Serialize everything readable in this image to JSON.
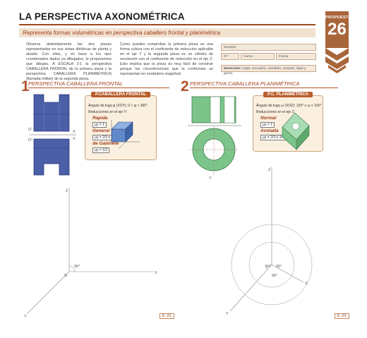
{
  "header": {
    "title": "LA PERSPECTIVA AXONOMÉTRICA",
    "subtitle": "Representa formas volumétricas en perspectiva caballero frontal y planimétrica"
  },
  "badge": {
    "label": "PROPUESTA",
    "number": "26"
  },
  "intro": {
    "left": "Observa detenidamente las dos piezas representadas en sus vistas diédricas de planta y alzado. Con ellas, y en base a los ejes coordenados dados ya dibujados, te proponemos que dibujes, A ESCALA 2:1 la perspectiva CABALLERA FRONTAL de la primera pieza y la perspectiva CABALLERA PLANIMÉTRICA (llamada militar) de la segunda pieza.",
    "right": "Como puedes comprobar la primera pieza es una forma cúbica con el coeficiente de reducción aplicable en el eje Y y la segunda pieza es un cilindro de revolución con el coeficiente de reducción en el eje Z. Esto implica que la pieza es muy fácil de construir porque las circunferencias que la conforman se representan en verdadera magnitud."
  },
  "form": {
    "nombre": "Nombre:",
    "numero": "Nº:",
    "curso": "Curso:",
    "fecha": "Fecha:",
    "materiales_label": "Materiales:",
    "materiales": "regla, escuadra, cartabón, compás, lápiz y goma."
  },
  "section1": {
    "number": "1",
    "title": "PERSPECTIVA CABALLERA FRONTAL",
    "panel_title": "P.CABALLERA FRONTAL",
    "angle_text": "Ángulo de fuga φ (XOY): 0 < φ < 360°",
    "reduction_text": "Reducciones en el eje Y:",
    "opt1": "Rápida",
    "val1": "μy = 1",
    "opt2": "General",
    "val2": "μy = 2/3 ó 3/4",
    "opt3": "de Gabinete",
    "val3": "μy = 1/2",
    "scale": "E: 2/1"
  },
  "section2": {
    "number": "2",
    "title": "PERSPECTIVA CABALLERA PLANIMÉTRICA",
    "panel_title": "P.C. PLANIMÉTRICA",
    "angle_text": "Ángulo de fuga ω (XOZ): 120° ≤ ω < 150°",
    "reduction_text": "Reducciones en el eje Z:",
    "opt1": "Normal",
    "val1": "μz = 1",
    "opt2": "Acotada",
    "val2": "μz = 2/3 ó 3/4",
    "scale": "E: 2/1"
  },
  "axes": {
    "x": "X",
    "y": "Y",
    "z": "Z",
    "o": "O",
    "o1": "O'",
    "o2": "O''",
    "angle90": "90°",
    "angle60": "60°",
    "angle30": "30°"
  },
  "colors": {
    "accent": "#b2542a",
    "blue": "#4a5fa8",
    "green": "#7cc48a",
    "panel": "#fbf0e0"
  }
}
